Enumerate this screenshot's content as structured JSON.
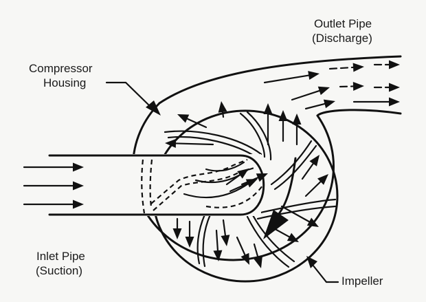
{
  "diagram": {
    "title": "Centrifugal compressor cross-section",
    "labels": {
      "compressor_housing": [
        "Compressor",
        "Housing"
      ],
      "outlet_pipe": [
        "Outlet Pipe",
        "(Discharge)"
      ],
      "inlet_pipe": [
        "Inlet Pipe",
        "(Suction)"
      ],
      "impeller": "Impeller"
    },
    "components": [
      {
        "id": "inlet-pipe",
        "name": "Inlet Pipe (Suction)",
        "flow": "left-to-right"
      },
      {
        "id": "compressor-housing",
        "name": "Compressor Housing"
      },
      {
        "id": "impeller",
        "name": "Impeller",
        "blades": 6
      },
      {
        "id": "outlet-pipe",
        "name": "Outlet Pipe (Discharge)",
        "flow": "left-to-right"
      }
    ],
    "colors": {
      "line": "#111111",
      "background": "#f7f7f5"
    }
  }
}
